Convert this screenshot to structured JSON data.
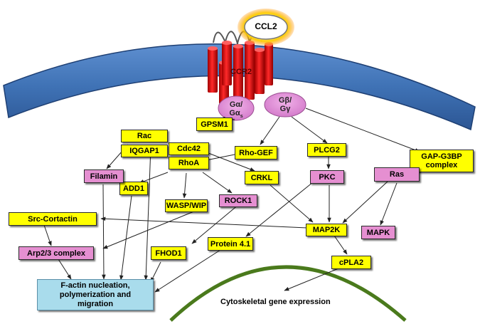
{
  "diagram": {
    "ligand": "CCL2",
    "receptor": "CCR2",
    "g_alpha": [
      "Gα/",
      "Gα"
    ],
    "g_alpha_sub": "s",
    "g_beta_gamma": [
      "Gβ/",
      "Gγ"
    ],
    "gpsm1": "GPSM1",
    "rac": "Rac",
    "iqgap1": "IQGAP1",
    "cdc42": "Cdc42",
    "rhoa": "RhoA",
    "rho_gef": "Rho-GEF",
    "plcg2": "PLCG2",
    "gap_g3bp": [
      "GAP-G3BP",
      "complex"
    ],
    "filamin": "Filamin",
    "crkl": "CRKL",
    "pkc": "PKC",
    "ras": "Ras",
    "add1": "ADD1",
    "wasp_wip": "WASP/WIP",
    "rock1": "ROCK1",
    "src_cortactin": "Src-Cortactin",
    "map2k": "MAP2K",
    "mapk": "MAPK",
    "arp23": "Arp2/3 complex",
    "fhod1": "FHOD1",
    "protein41": "Protein 4.1",
    "cpla2": "cPLA2",
    "factin": [
      "F-actin nucleation,",
      "polymerization and",
      "migration"
    ],
    "cyto": "Cytoskeletal gene expression"
  },
  "colors": {
    "membrane": "#3f72b5",
    "receptor": "#e01010",
    "yellow_node": "#ffff00",
    "pink_node": "#e58fd1",
    "actin_box": "#a9dcec",
    "nucleus": "#4a7a1c",
    "ligand_glow": "#ffb000"
  }
}
